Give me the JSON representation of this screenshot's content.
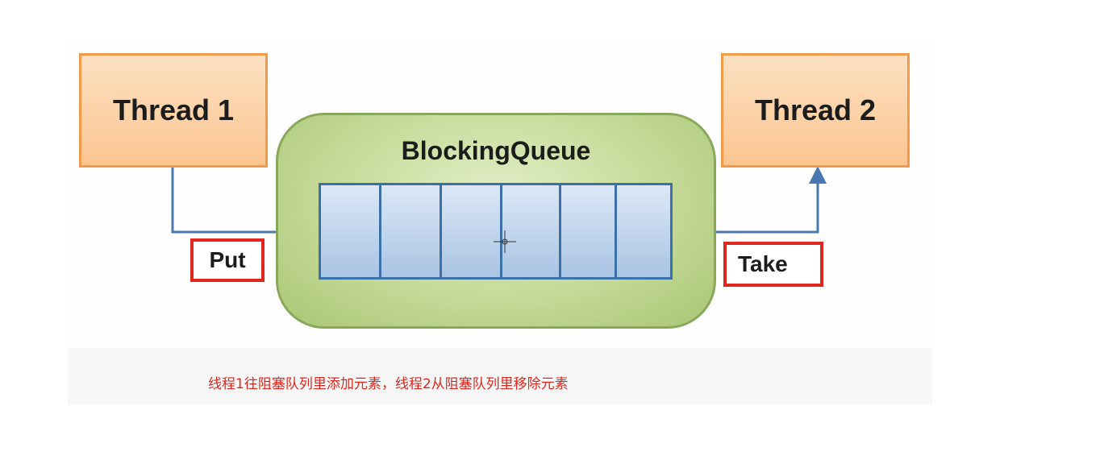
{
  "thread1": {
    "label": "Thread 1"
  },
  "thread2": {
    "label": "Thread 2"
  },
  "queue": {
    "title": "BlockingQueue",
    "slot_count": 6
  },
  "operations": {
    "put_label": "Put",
    "take_label": "Take"
  },
  "caption": "线程1往阻塞队列里添加元素，线程2从阻塞队列里移除元素",
  "colors": {
    "thread_border": "#f29a4a",
    "queue_border": "#8aa85a",
    "slot_border": "#3d6fa8",
    "arrow": "#4a78b0",
    "highlight": "#e0271f"
  }
}
